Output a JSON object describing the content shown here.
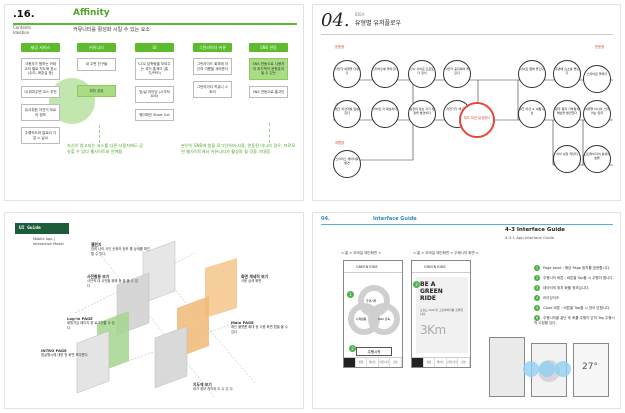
{
  "slide1": {
    "number": ".16.",
    "tag": "Contents Ideation",
    "title": "Affinity",
    "subtitle": "커뮤니티를 활성화 시킬 수 있는 요소",
    "columns": [
      {
        "header": "제공 서비스",
        "boxes": [
          "사용자가 원하는 카테고리 별로 지도에 표시 (수리, 화장실 등)",
          "내 위치주변 코스 추천",
          "유사취한 자전거 모로의 정보",
          "주행속도와 칼로리 기분 > 날씨"
        ]
      },
      {
        "header": "커뮤니티",
        "boxes": [
          "내 주변 친구들",
          "위치 공유"
        ]
      },
      {
        "header": "UI",
        "boxes": [
          "CO2 감축량을 보여주는 과거 통계이 (통기/PPO)",
          "빙/날 라이딩 (시각적 요소)",
          "웨이파인 Short Cut"
        ]
      },
      {
        "header": "그린라이더 커뮤",
        "boxes": [
          "그린라이드 회부에 자신의 이름을 새겨준다",
          "그린라이더 커뮤니 스토리"
        ]
      },
      {
        "header": "SNS 연동",
        "boxes": [
          "SNS 연동으로 사용자의 피드백이 문원효과 될 수 있는",
          "SNS 연동으로 홍고인"
        ]
      }
    ],
    "note_left": "자신이 참고되는 코스를 다른 사용자에도 공유할 수 있다 웹사이트와 연계됨",
    "note_right": "본인이 SNS에 법을 로그인하여 사용, 연동된 아니라 경우, 프로모션 웹사이트에서 커뮤니티가 활성화 될 것을 기대함."
  },
  "slide2": {
    "number": "04.",
    "idea": "IDEA",
    "title": "유형별 유저플로우",
    "labels": {
      "left_top": "운동형",
      "left_mid": "취미형",
      "left_bot": "여행형",
      "right_top": "운동형",
      "right_mid": "취미형",
      "right_bot": "여행형"
    },
    "nodes": [
      "자전거 여행을 다루다",
      "스타어인에 올라간다",
      "인사 사이로 프로토 다 장식",
      "자전거 중지하며 올린다",
      "아이포 앱해 올긴다",
      "주변에 요소를 올린다",
      "스타어로 올려다",
      "체크 미션개를 달성한다",
      "라이딩 자 확보하다",
      "일정의 정보 자기 일정을 발견하다",
      "체크 미션 ㅎ 세롭 대상",
      "왕주 결과 기부결과 해반을 발견한다",
      "여행을 아시아 스타어는 입력",
      "스타어스 레티터를 발견",
      "아이 성장 적당지",
      "그린라이더의 활성화 효율",
      "자전거가 해 데이"
    ],
    "highlight": "체크 미션 달성한다"
  },
  "slide3": {
    "badge": "UI Guide",
    "subtitle": "Mobile App | Interaction Model",
    "labels": [
      {
        "title": "챌린지",
        "text": "참여 나의 사인 순위와 정보 를 상세를 확인 할 수 있다."
      },
      {
        "title": "사전활동 보기",
        "text": "사전적 대 사전을 위해 등 을 볼 수 있다"
      },
      {
        "title": "Log-in PAGE",
        "text": "회원가입 페이지 위 로그인할 수 있다."
      },
      {
        "title": "INTRO PAGE",
        "text": "앱실행시에 대한 첫 화면 보여준다"
      },
      {
        "title": "Main PAGE",
        "text": "메인 플랫폼 확대 등 사용 화면 탭을 볼 수 있다"
      },
      {
        "title": "화면 계세히 보기",
        "text": "사용 상세 화면"
      },
      {
        "title": "지도에 보기",
        "text": "내가 정보 처리와 도 수 있 다"
      }
    ]
  },
  "slide4": {
    "number": "04.",
    "title": "Interface Guide",
    "guide_title": "4-3 Interface Guide",
    "guide_sub": "4-3-1 App Interface Guide",
    "crumb_left": "< 홈 > 모바일 메인화면 >",
    "crumb_mid": "< 홈 > 모바일 메인화면 > 주행시작 화면 >",
    "phone1": {
      "header": "GREEN RIDE",
      "ring_labels": [
        "주행기록",
        "나의활동",
        "CO2 감축"
      ],
      "button": "주행시작"
    },
    "phone2": {
      "header": "GREEN RIDE",
      "headline": "BE A GREEN RIDE",
      "body": "오늘도 CO2 만 그린라이더를 출발합니다.",
      "distance": "3Km"
    },
    "footer_tabs": [
      "",
      "설정",
      "레이스",
      "커뮤니티",
      "정보"
    ],
    "steps": [
      "Page point : 해당 Page 위치를 표현합니다.",
      "주행시작 버튼 : 버튼을 Tap할 시 주행이 합니다.",
      "데이터의 위치 화를 정보입니다.",
      "라이딩이즈",
      "Close 버튼 : 버튼을 Tap할 시 창이 닫힙니다.",
      "주행시작을 끝난 후 화를 주행이 닫혀 Tap 주행시작 수정할 있다"
    ],
    "temp": "27°"
  }
}
